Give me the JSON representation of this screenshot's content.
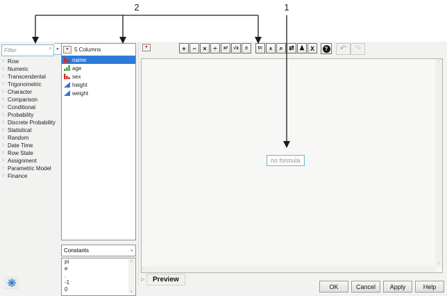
{
  "annotations": {
    "label_1": "1",
    "label_2": "2"
  },
  "function_browser": {
    "filter_placeholder": "Filter",
    "categories": [
      "Row",
      "Numeric",
      "Transcendental",
      "Trigonometric",
      "Character",
      "Comparison",
      "Conditional",
      "Probability",
      "Discrete Probability",
      "Statistical",
      "Random",
      "Date Time",
      "Row State",
      "Assignment",
      "Parametric Model",
      "Finance"
    ]
  },
  "columns_panel": {
    "header": "5 Columns",
    "items": [
      {
        "label": "name",
        "type": "nominal",
        "selected": true
      },
      {
        "label": "age",
        "type": "ordinal",
        "selected": false
      },
      {
        "label": "sex",
        "type": "nominal",
        "selected": false
      },
      {
        "label": "height",
        "type": "continuous",
        "selected": false
      },
      {
        "label": "weight",
        "type": "continuous",
        "selected": false
      }
    ]
  },
  "constants_panel": {
    "selected_category": "Constants",
    "items": [
      "pi",
      "e",
      ".",
      "-1",
      "0"
    ]
  },
  "formula_toolbar": {
    "add": "+",
    "subtract": "−",
    "multiply": "×",
    "divide": "÷",
    "power": "xʸ",
    "root": "√x",
    "unary_sign": "±",
    "local_variable": "t=",
    "insert": "∧",
    "peel": "⌕",
    "switch_terms": "⇄",
    "glove": "♟",
    "delete": "X",
    "help": "?",
    "undo": "↶",
    "redo": "↷"
  },
  "formula_area": {
    "empty_text": "no formula"
  },
  "preview": {
    "label": "Preview"
  },
  "dialog_buttons": {
    "ok": "OK",
    "cancel": "Cancel",
    "apply": "Apply",
    "help": "Help"
  },
  "icons": {
    "red_triangle": "▼",
    "dropdown_arrow": "▼",
    "magnifier": "⌕",
    "disclosure": "▷",
    "chevron_up": "∧",
    "chevron_down": "∨",
    "scroll_left": "‹"
  },
  "colors": {
    "selection_blue": "#2d7bd9",
    "red_triangle": "#c00000",
    "formula_highlight_border": "#6cb5d1",
    "continuous_icon": "#3b6fd4",
    "ordinal_icon": "#3f9b3f",
    "nominal_icon": "#cf2a27",
    "annotation": "#1a1a1a"
  }
}
